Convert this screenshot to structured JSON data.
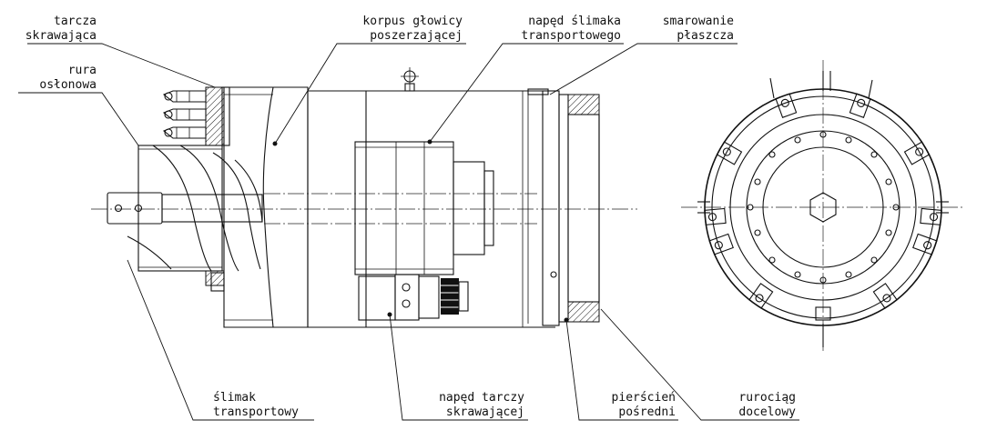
{
  "labels": {
    "cutting_disc": [
      "tarcza",
      "skrawająca"
    ],
    "casing_pipe": [
      "rura",
      "osłonowa"
    ],
    "head_body": [
      "korpus głowicy",
      "poszerzającej"
    ],
    "screw_drive": [
      "napęd ślimaka",
      "transportowego"
    ],
    "jacket_lube": [
      "smarowanie",
      "płaszcza"
    ],
    "screw_conveyor": [
      "ślimak",
      "transportowy"
    ],
    "disc_drive": [
      "napęd tarczy",
      "skrawającej"
    ],
    "intermediate_ring": [
      "pierścień",
      "pośredni"
    ],
    "target_pipeline": [
      "rurociąg",
      "docelowy"
    ]
  },
  "colors": {
    "line": "#111111",
    "background": "#ffffff"
  }
}
